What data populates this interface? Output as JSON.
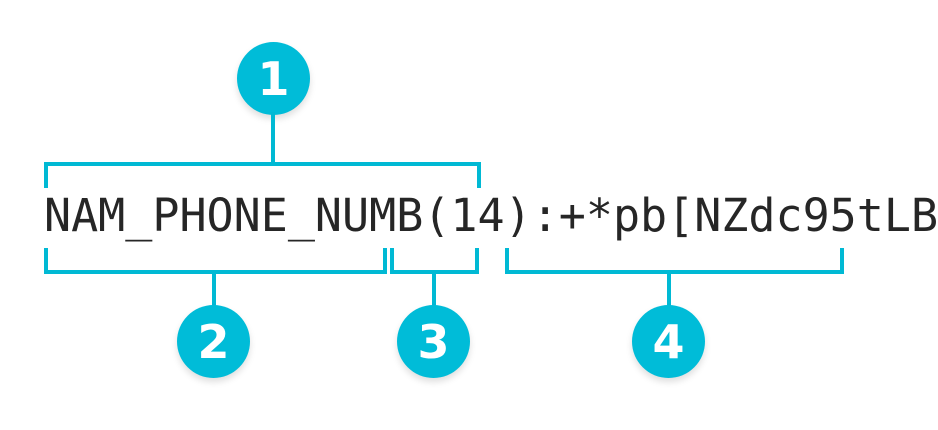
{
  "theme": {
    "accent": "#00b9d4",
    "badge_fill": "#00bcd8",
    "text_color": "#262626",
    "background": "#ffffff"
  },
  "annotated_string": {
    "full_text": "NAM_PHONE_NUMB(14):+*pb[NZdc95tLB",
    "segments": [
      {
        "id": "key",
        "text": "NAM_PHONE_NUMB(14)"
      },
      {
        "id": "name",
        "text": "NAM_PHONE_NUMB"
      },
      {
        "id": "length",
        "text": "(14)"
      },
      {
        "id": "sep",
        "text": ":"
      },
      {
        "id": "value",
        "text": "+*pb[NZdc95tLB"
      }
    ]
  },
  "callouts": [
    {
      "number": "1",
      "position": "above",
      "covers": "NAM_PHONE_NUMB(14)"
    },
    {
      "number": "2",
      "position": "below",
      "covers": "NAM_PHONE_NUMB"
    },
    {
      "number": "3",
      "position": "below",
      "covers": "(14)"
    },
    {
      "number": "4",
      "position": "below",
      "covers": "+*pb[NZdc95tLB"
    }
  ]
}
